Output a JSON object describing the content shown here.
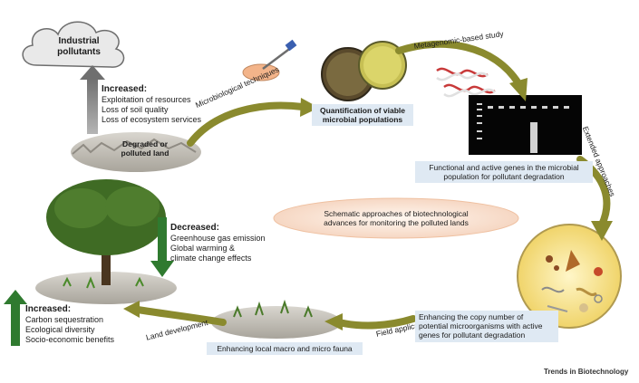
{
  "cloud": {
    "line1": "Industrial",
    "line2": "pollutants"
  },
  "increased_top": {
    "title": "Increased:",
    "items": [
      "Exploitation of resources",
      "Loss of soil quality",
      "Loss of ecosystem services"
    ]
  },
  "degraded": {
    "line1": "Degraded or",
    "line2": "polluted land"
  },
  "arrows": {
    "microbiological": "Microbiological techniques",
    "metagenomic": "Metagenomic-based study",
    "extended": "Extended approaches",
    "field": "Field application",
    "land": "Land development"
  },
  "quantification": {
    "line1": "Quantification of viable",
    "line2": "microbial populations"
  },
  "functional": {
    "line1": "Functional and active genes in the microbial",
    "line2": "population for pollutant degradation"
  },
  "center": {
    "line1": "Schematic approaches of biotechnological",
    "line2": "advances for monitoring the polluted lands"
  },
  "decreased": {
    "title": "Decreased:",
    "items": [
      "Greenhouse gas emission",
      "Global warming &",
      "climate change effects"
    ]
  },
  "increased_bottom": {
    "title": "Increased:",
    "items": [
      "Carbon sequestration",
      "Ecological diversity",
      "Socio-economic benefits"
    ]
  },
  "enhancing_copy": {
    "line1": "Enhancing the copy number of",
    "line2": "potential microorganisms with active",
    "line3": "genes for pollutant degradation"
  },
  "fauna": "Enhancing local macro and micro fauna",
  "credit": "Trends in Biotechnology",
  "colors": {
    "arrow": "#8a8a2e",
    "box": "#dfe9f3",
    "up_arrow": "#2f7a2f"
  }
}
